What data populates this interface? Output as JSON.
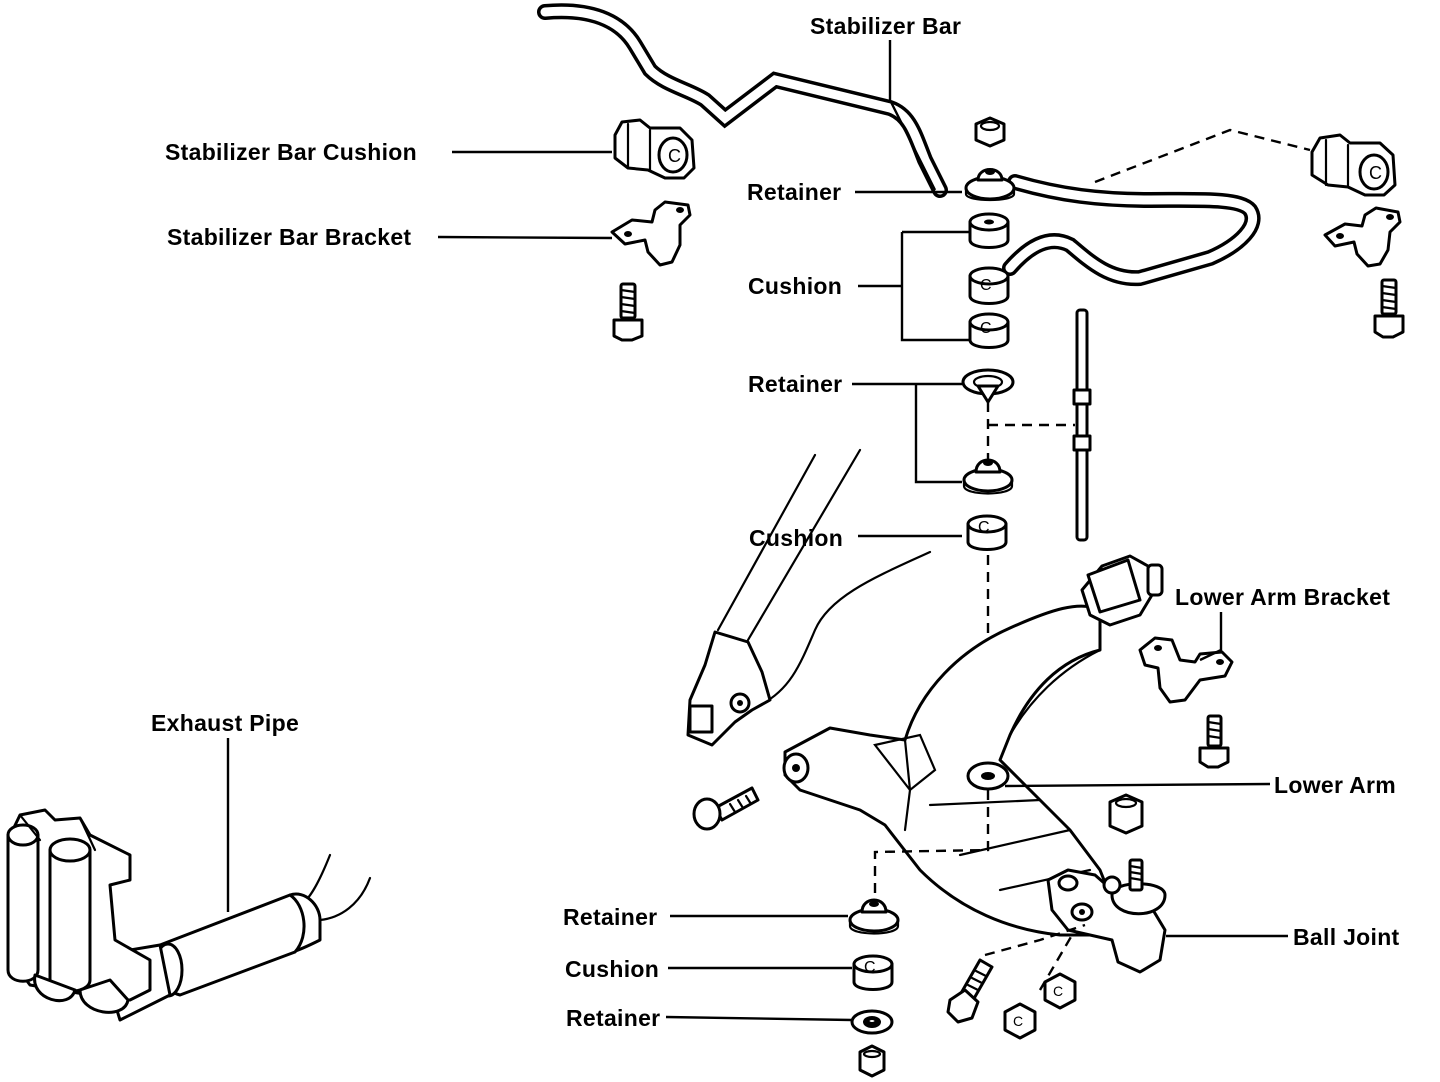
{
  "labels": {
    "stabilizer_bar": "Stabilizer Bar",
    "stabilizer_bar_cushion": "Stabilizer Bar Cushion",
    "stabilizer_bar_bracket": "Stabilizer Bar Bracket",
    "retainer_top": "Retainer",
    "cushion_upper": "Cushion",
    "retainer_mid": "Retainer",
    "cushion_mid": "Cushion",
    "lower_arm_bracket": "Lower Arm Bracket",
    "exhaust_pipe": "Exhaust Pipe",
    "lower_arm": "Lower Arm",
    "retainer_lower_1": "Retainer",
    "cushion_lower": "Cushion",
    "retainer_lower_2": "Retainer",
    "ball_joint": "Ball Joint"
  },
  "colors": {
    "line": "#000000",
    "background": "#ffffff"
  }
}
